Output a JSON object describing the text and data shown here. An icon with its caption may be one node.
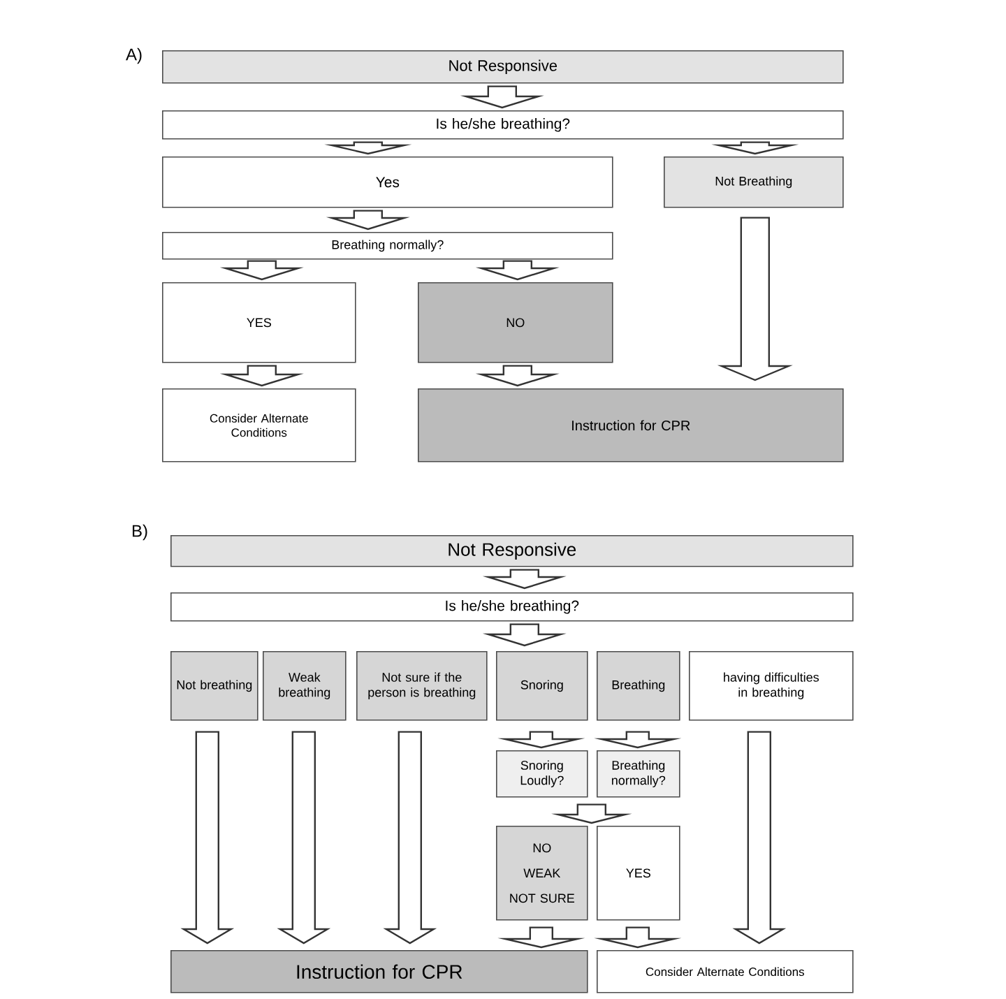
{
  "diagram": {
    "nodes": [
      {
        "text": [
          "Not Responsive"
        ]
      },
      {
        "text": [
          "Is he/she breathing?"
        ]
      },
      {
        "text": [
          "Yes"
        ]
      },
      {
        "text": [
          "Not Breathing"
        ]
      },
      {
        "text": [
          "Breathing normally?"
        ]
      },
      {
        "text": [
          "YES"
        ]
      },
      {
        "text": [
          "NO"
        ]
      },
      {
        "text": [
          "Consider Alternate Conditions"
        ]
      },
      {
        "text": [
          "Instruction for CPR"
        ]
      },
      {
        "text": [
          "Not Responsive"
        ]
      },
      {
        "text": [
          "Is he/she breathing?"
        ]
      },
      {
        "text": [
          "Not breathing"
        ]
      },
      {
        "text": [
          "Weak breathing"
        ]
      },
      {
        "text": [
          "Not sure if the person is breathing"
        ]
      },
      {
        "text": [
          "Snoring"
        ]
      },
      {
        "text": [
          "Breathing"
        ]
      },
      {
        "text": [
          "having difficulties in breathing"
        ]
      },
      {
        "text": [
          "Snoring Loudly?"
        ]
      },
      {
        "text": [
          "Breathing normally?"
        ]
      },
      {
        "text": [
          "NO",
          "WEAK",
          "NOT SURE"
        ]
      },
      {
        "text": [
          "YES"
        ]
      },
      {
        "text": [
          "Instruction for CPR"
        ]
      },
      {
        "text": [
          "Consider Alternate Conditions"
        ]
      }
    ],
    "edges": [
      {
        "from": 0,
        "to": 1,
        "arrow": "to"
      },
      {
        "from": 1,
        "to": 2,
        "arrow": "to"
      },
      {
        "from": 1,
        "to": 3,
        "arrow": "to"
      },
      {
        "from": 2,
        "to": 4,
        "arrow": "to"
      },
      {
        "from": 4,
        "to": 5,
        "arrow": "to"
      },
      {
        "from": 4,
        "to": 6,
        "arrow": "to"
      },
      {
        "from": 5,
        "to": 7,
        "arrow": "to"
      },
      {
        "from": 6,
        "to": 8,
        "arrow": "to"
      },
      {
        "from": 3,
        "to": 8,
        "arrow": "to"
      },
      {
        "from": 9,
        "to": 10,
        "arrow": "to"
      },
      {
        "from": 10,
        "to": 14,
        "arrow": "to"
      },
      {
        "from": 11,
        "to": 21,
        "arrow": "to"
      },
      {
        "from": 12,
        "to": 21,
        "arrow": "to"
      },
      {
        "from": 13,
        "to": 21,
        "arrow": "to"
      },
      {
        "from": 14,
        "to": 17,
        "arrow": "to"
      },
      {
        "from": 15,
        "to": 18,
        "arrow": "to"
      },
      {
        "from": 17,
        "to": 19,
        "arrow": "to"
      },
      {
        "from": 18,
        "to": 20,
        "arrow": "to"
      },
      {
        "from": 19,
        "to": 21,
        "arrow": "to"
      },
      {
        "from": 20,
        "to": 22,
        "arrow": "to"
      },
      {
        "from": 16,
        "to": 22,
        "arrow": "to"
      }
    ],
    "labels": [
      "A)",
      "B)"
    ]
  }
}
